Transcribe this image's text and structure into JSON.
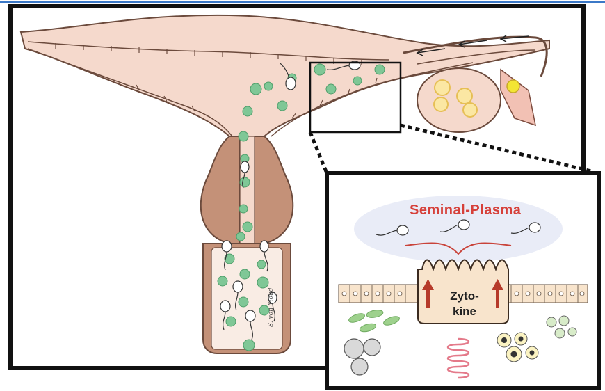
{
  "inset": {
    "title": "Seminal-Plasma",
    "box_label_line1": "Zyto-",
    "box_label_line2": "kine"
  },
  "signature": "S. von Yloud",
  "colors": {
    "tissue": "#f5d9cc",
    "wall": "#c49178",
    "vesicle": "#7fc796",
    "title_red": "#d6403a",
    "arrow_red": "#b63a2a",
    "frame": "#111111",
    "top_rule": "#3b78c7"
  }
}
